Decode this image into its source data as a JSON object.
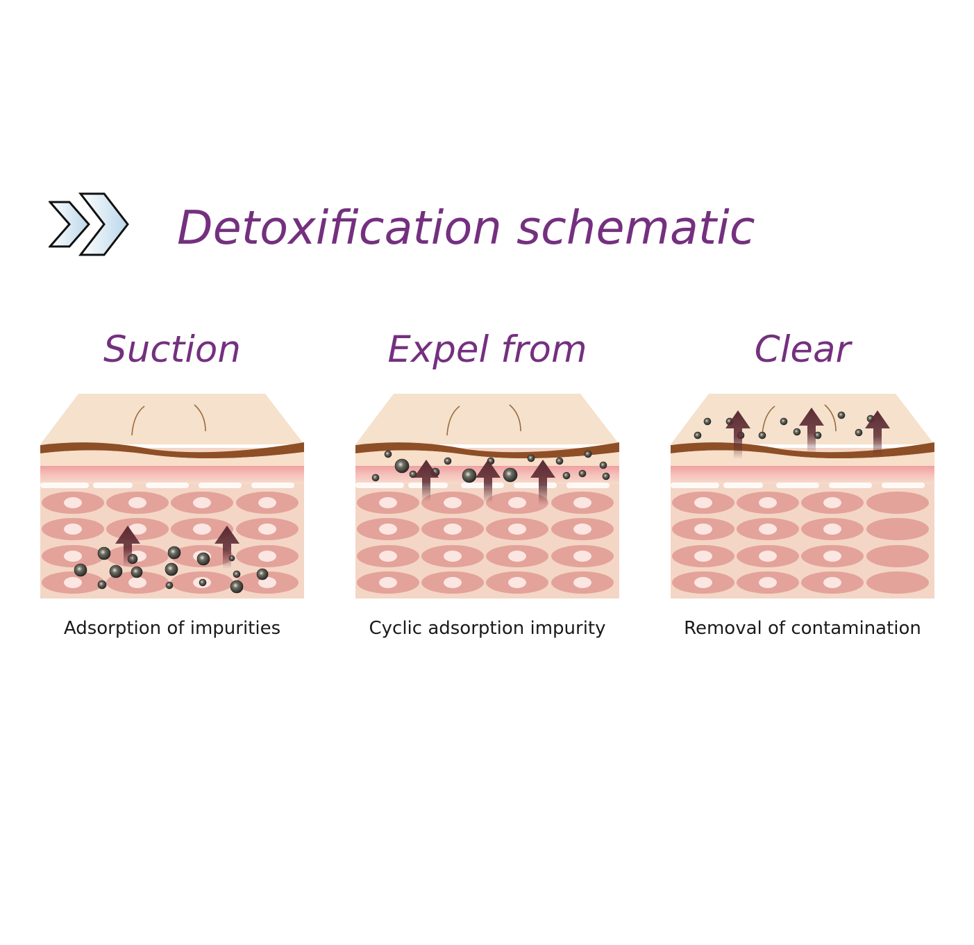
{
  "header": {
    "title": "Detoxification schematic",
    "icon": "double-chevron-right-icon"
  },
  "colors": {
    "title_purple": "#74307f",
    "skin_surface": "#f5e1cc",
    "epidermis_line": "#8e4f26",
    "cell_fill": "#e3a39a",
    "nucleus_fill": "#fbe6e2",
    "impurity": "#2b2b28",
    "arrow": "#5c2b33"
  },
  "panels": [
    {
      "title": "Suction",
      "caption": "Adsorption of impurities",
      "icon": "skin-cross-section-icon"
    },
    {
      "title": "Expel from",
      "caption": "Cyclic adsorption impurity",
      "icon": "skin-cross-section-icon"
    },
    {
      "title": "Clear",
      "caption": "Removal of contamination",
      "icon": "skin-cross-section-icon"
    }
  ]
}
